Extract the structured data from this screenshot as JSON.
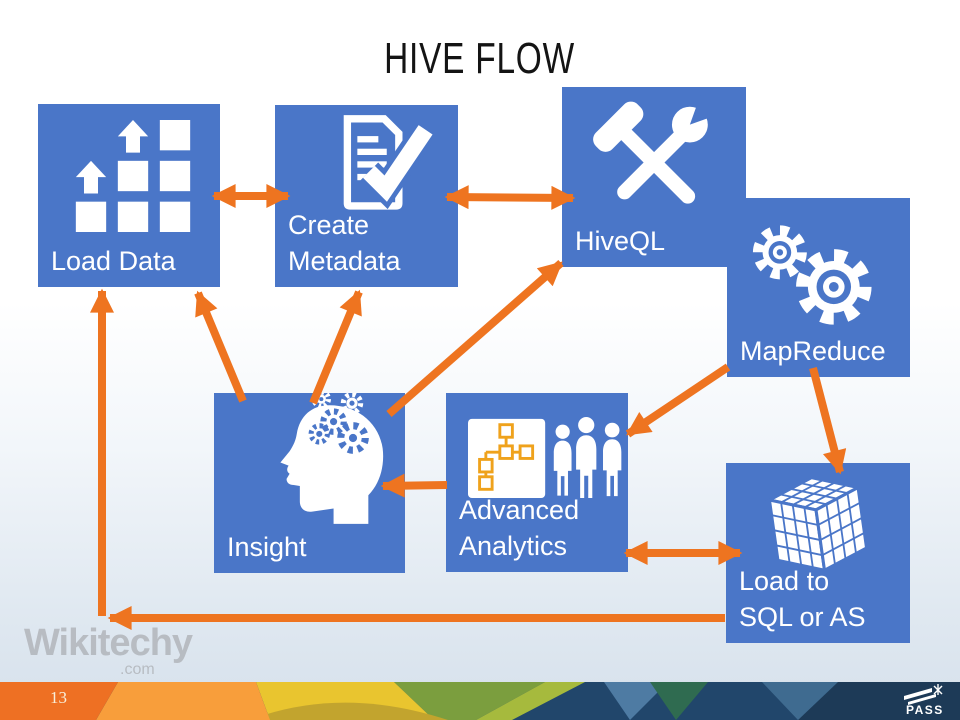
{
  "slide": {
    "title": "HIVE FLOW",
    "page_number": "13"
  },
  "watermark": {
    "brand": "Wikitechy",
    "domain": ".com"
  },
  "footer": {
    "logo_text": "PASS"
  },
  "boxes": {
    "load_data": {
      "label": "Load Data",
      "icon": "bar-chart-growth-icon"
    },
    "create_metadata": {
      "label": "Create\nMetadata",
      "icon": "document-check-icon"
    },
    "hiveql": {
      "label": "HiveQL",
      "icon": "hammer-wrench-icon"
    },
    "mapreduce": {
      "label": "MapReduce",
      "icon": "gears-icon"
    },
    "insight": {
      "label": "Insight",
      "icon": "head-gears-icon"
    },
    "advanced_analytics": {
      "label": "Advanced\nAnalytics",
      "icon": "flowchart-people-icon"
    },
    "load_sql": {
      "label": "Load to\nSQL or AS",
      "icon": "olap-cube-icon"
    }
  },
  "connections": [
    {
      "from": "load_data",
      "to": "create_metadata",
      "bidirectional": true
    },
    {
      "from": "create_metadata",
      "to": "hiveql",
      "bidirectional": true
    },
    {
      "from": "insight",
      "to": "load_data",
      "bidirectional": false
    },
    {
      "from": "insight",
      "to": "create_metadata",
      "bidirectional": false
    },
    {
      "from": "insight",
      "to": "hiveql",
      "bidirectional": false
    },
    {
      "from": "advanced_analytics",
      "to": "insight",
      "bidirectional": false
    },
    {
      "from": "mapreduce",
      "to": "advanced_analytics",
      "bidirectional": false
    },
    {
      "from": "mapreduce",
      "to": "load_sql",
      "bidirectional": false
    },
    {
      "from": "advanced_analytics",
      "to": "load_sql",
      "bidirectional": true
    },
    {
      "from": "load_sql",
      "to": "load_data",
      "bidirectional": false
    }
  ],
  "colors": {
    "box_blue": "#4a76c8",
    "arrow_orange": "#ee7420",
    "title_text": "#141414",
    "flowchart_orange": "#efa21c",
    "footer_navy": "#21466b",
    "footer_orange": "#ee7023"
  }
}
